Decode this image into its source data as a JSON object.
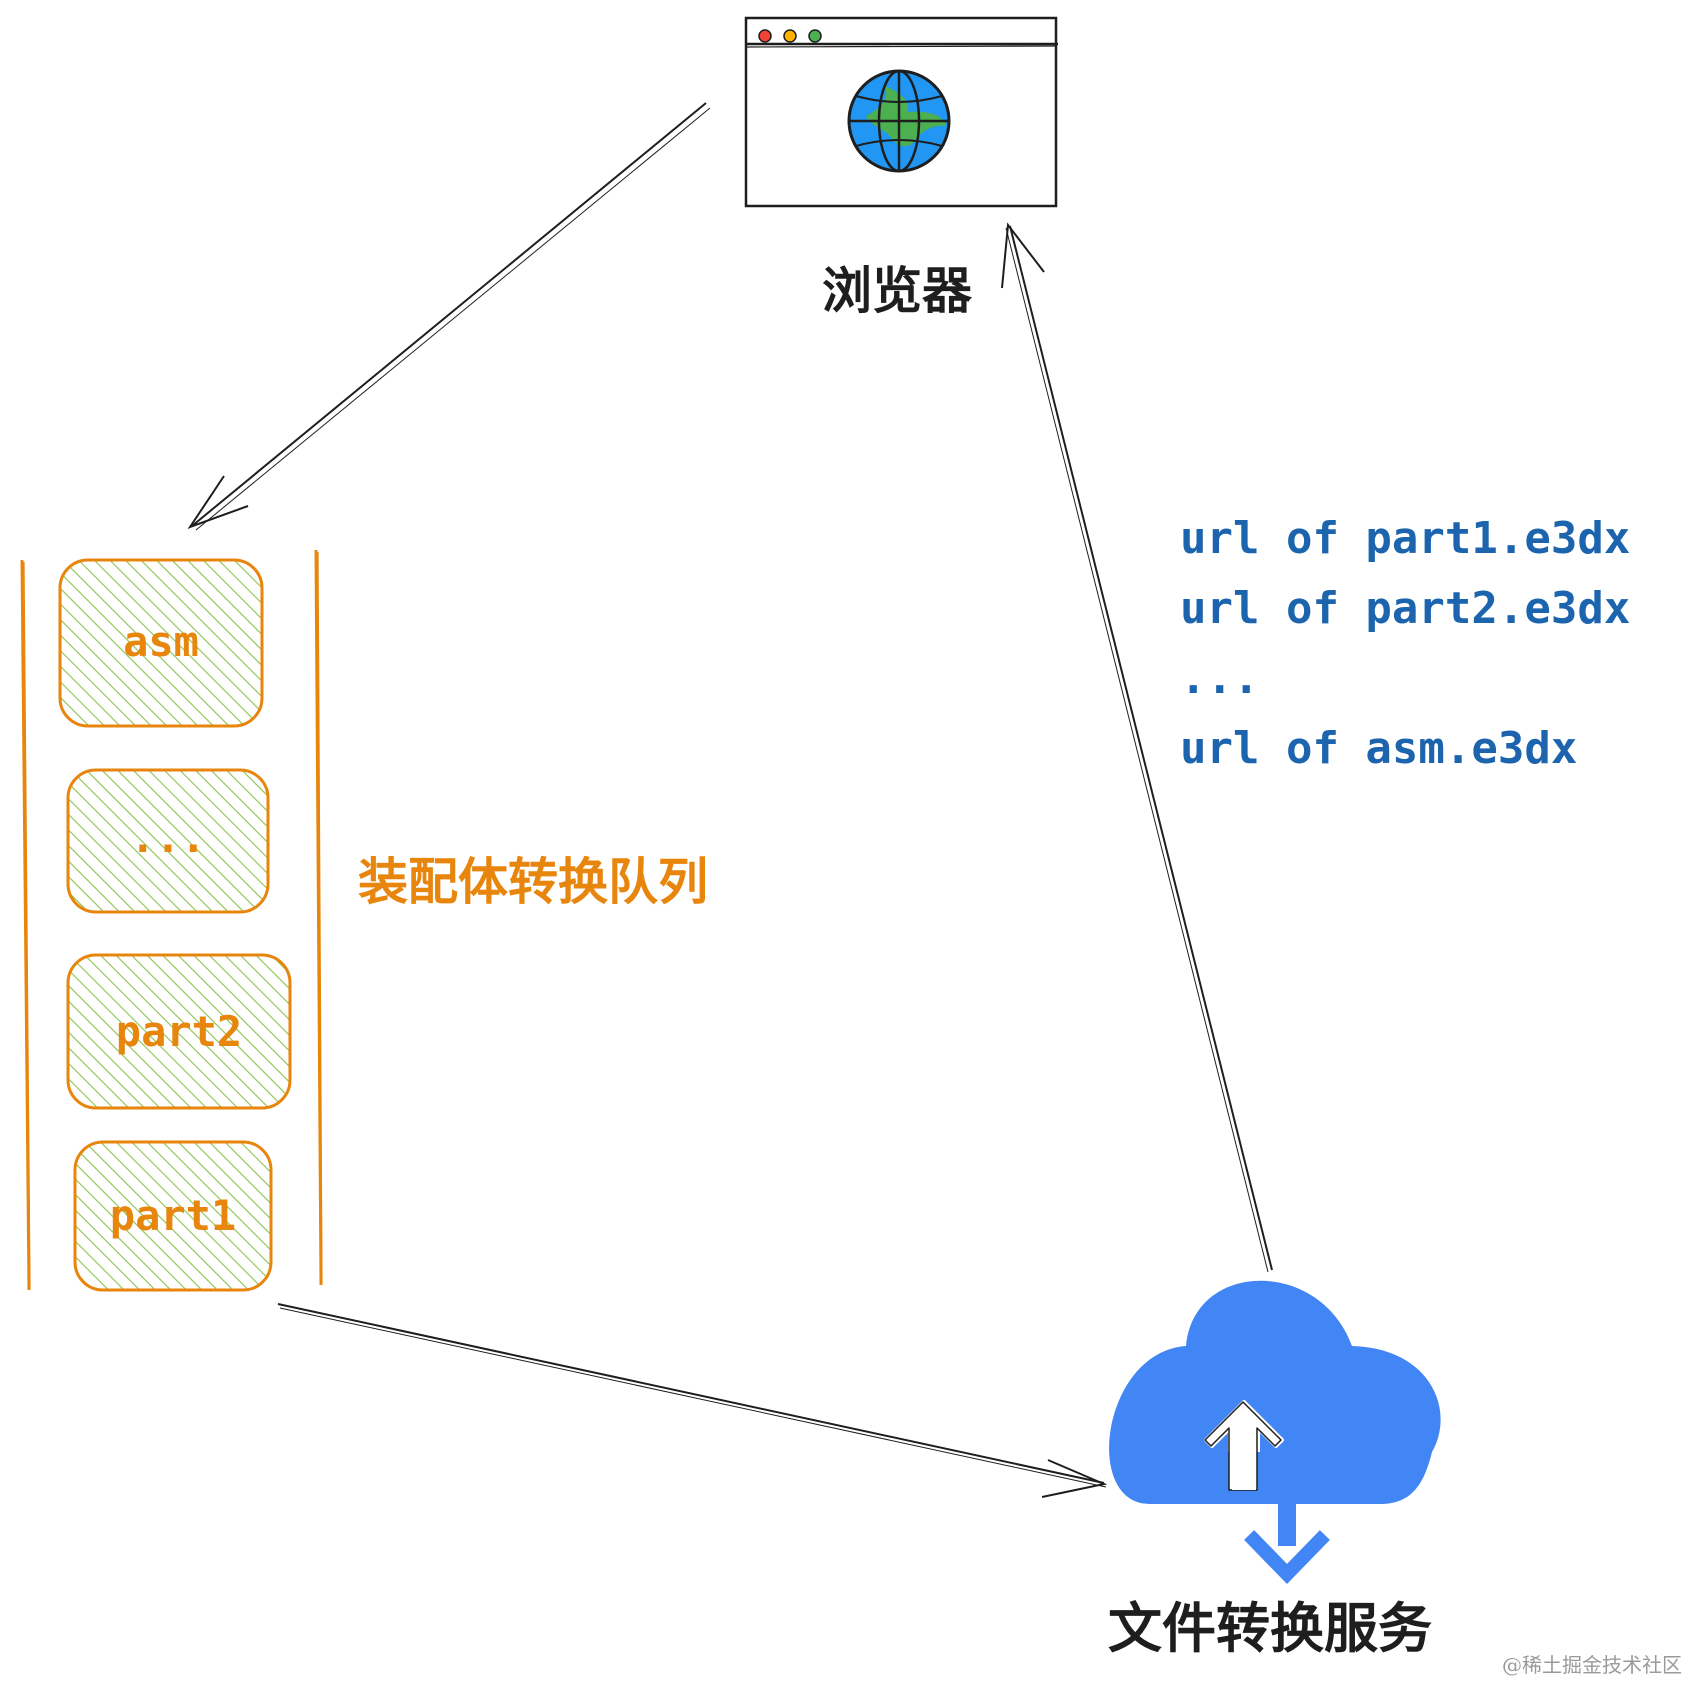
{
  "browser": {
    "label": "浏览器"
  },
  "queue": {
    "label": "装配体转换队列",
    "items": [
      "asm",
      "...",
      "part2",
      "part1"
    ]
  },
  "service": {
    "label": "文件转换服务"
  },
  "url_list": {
    "lines": [
      "url of part1.e3dx",
      "url of part2.e3dx",
      "...",
      "url of asm.e3dx"
    ]
  },
  "watermark": {
    "text": "@稀土掘金技术社区"
  },
  "colors": {
    "stroke": "#1e1e1e",
    "queue_orange": "#e8850c",
    "hatch_green": "#8bc34a",
    "url_blue": "#1c64ad",
    "cloud_blue": "#4285f4",
    "globe_blue": "#2196f3",
    "globe_green": "#4caf50"
  }
}
